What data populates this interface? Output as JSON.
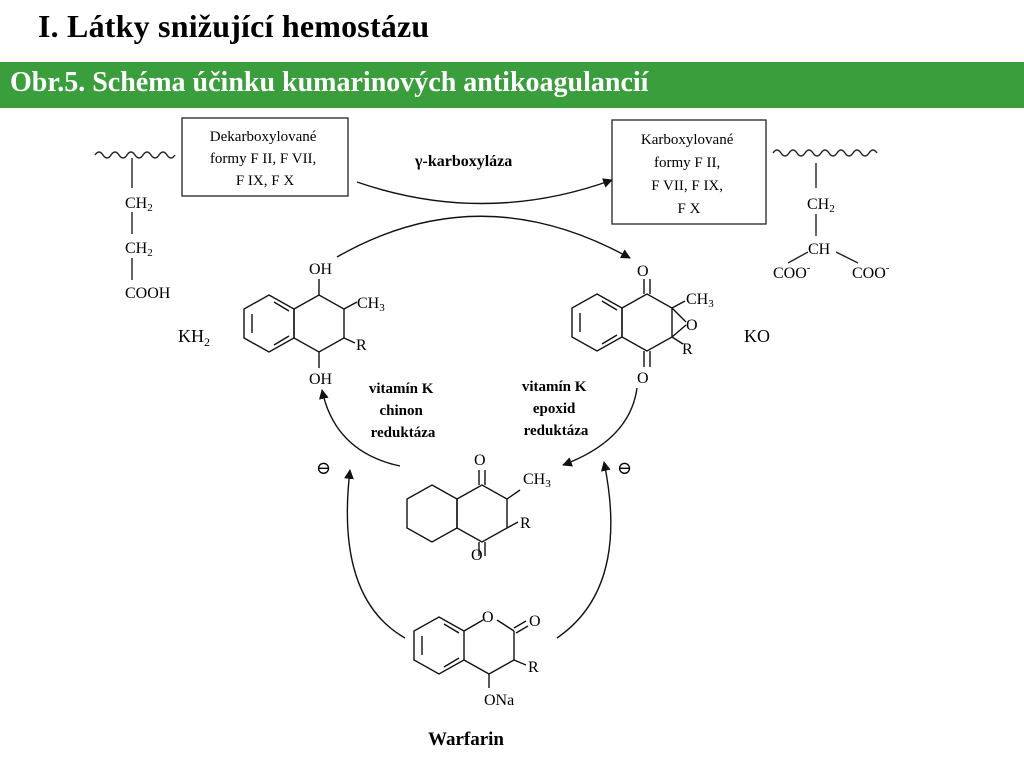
{
  "header": {
    "title": "I. Látky snižující hemostázu",
    "banner": "Obr.5. Schéma účinku kumarinových antikoagulancií"
  },
  "colors": {
    "banner": "#3a9e3d",
    "banner_text": "#ffffff"
  },
  "diagram": {
    "decarbox_box": [
      "Dekarboxylované",
      "formy F II, F VII,",
      "F IX, F X"
    ],
    "carbox_box": [
      "Karboxylované",
      "formy F II,",
      "F VII, F IX,",
      "F X"
    ],
    "enzyme_gamma": "γ-karboxyláza",
    "left_chain": {
      "ch2a": "CH",
      "ch2b": "CH",
      "sub2": "2",
      "cooh": "COOH"
    },
    "right_chain": {
      "ch2": "CH",
      "sub2": "2",
      "ch": "CH",
      "coo1": "COO",
      "coo2": "COO",
      "minus": "-"
    },
    "kh2": {
      "label": "KH",
      "sub": "2",
      "oh_top": "OH",
      "oh_bot": "OH",
      "ch3": "CH",
      "sub3": "3",
      "r": "R"
    },
    "ko": {
      "label": "KO",
      "o_top": "O",
      "o_bot": "O",
      "o_epox": "O",
      "ch3": "CH",
      "sub3": "3",
      "r": "R"
    },
    "quinone": {
      "o_top": "O",
      "o_bot": "O",
      "ch3": "CH",
      "sub3": "3",
      "r": "R"
    },
    "warfarin": {
      "label": "Warfarin",
      "o_ring": "O",
      "o_keto": "O",
      "r": "R",
      "ona": "ONa"
    },
    "enzyme_quinone": [
      "vitamín K",
      "chinon",
      "reduktáza"
    ],
    "enzyme_epoxide": [
      "vitamín K",
      "epoxid",
      "reduktáza"
    ],
    "inhibit_symbol": "⊖"
  }
}
